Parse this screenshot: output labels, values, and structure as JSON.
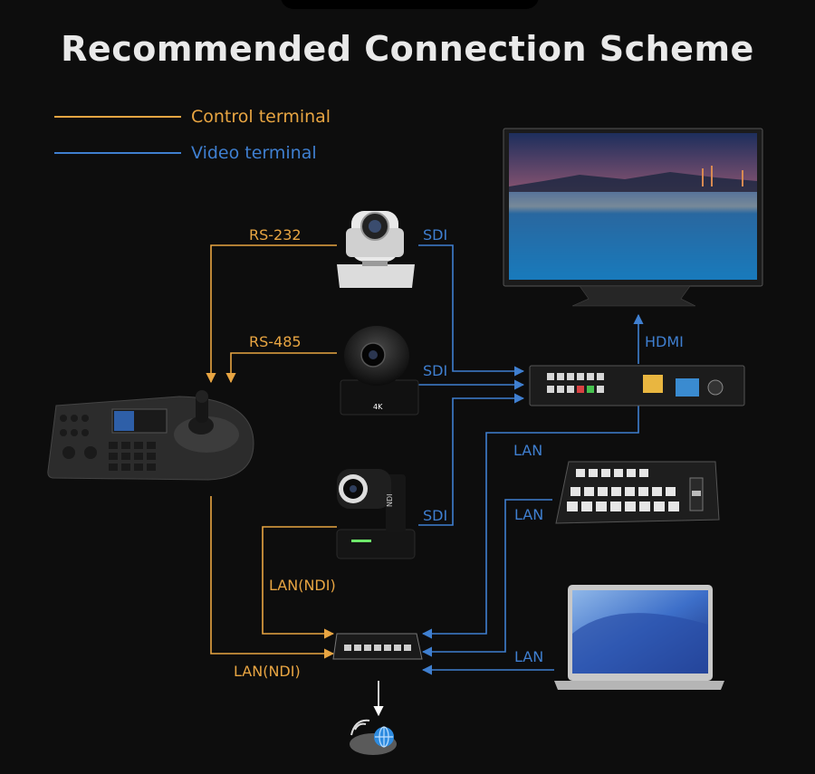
{
  "title": "Recommended Connection Scheme",
  "legend": {
    "control": {
      "label": "Control terminal",
      "color": "#e8a542"
    },
    "video": {
      "label": "Video terminal",
      "color": "#3f7fd0"
    }
  },
  "labels": {
    "rs232": "RS-232",
    "rs485": "RS-485",
    "sdi1": "SDI",
    "sdi2": "SDI",
    "sdi3": "SDI",
    "hdmi": "HDMI",
    "lan1": "LAN",
    "lan2": "LAN",
    "lan3": "LAN",
    "lanndi1": "LAN(NDI)",
    "lanndi2": "LAN(NDI)"
  },
  "devices": {
    "camera1_badge": "",
    "camera2_badge": "4K",
    "camera3_badge": "NDI"
  },
  "colors": {
    "control": "#e8a542",
    "video": "#3f7fd0",
    "label_text": "#cfcfcf",
    "arrow_white": "#ffffff"
  }
}
